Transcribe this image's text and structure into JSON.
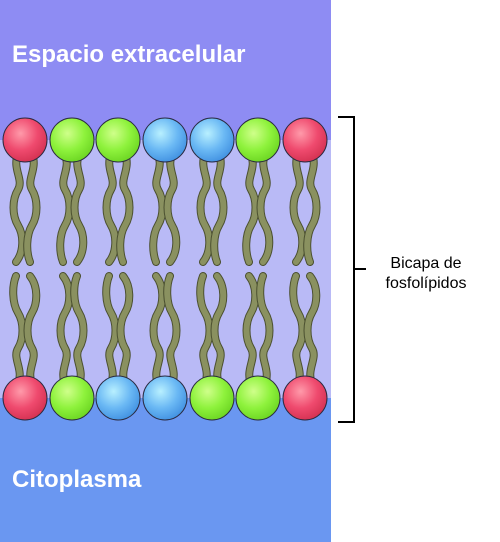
{
  "labels": {
    "extracellular": "Espacio extracelular",
    "cytoplasm": "Citoplasma",
    "bracket_line1": "Bicapa de",
    "bracket_line2": "fosfolípidos"
  },
  "colors": {
    "extracellular_bg": "#8e8cf3",
    "cytoplasm_bg": "#6a97f1",
    "bilayer_bg": "#b9baf6",
    "tail": "#8a9160",
    "tail_outline": "#4b5030",
    "head_red": "#ef4a6e",
    "head_green": "#8ef23c",
    "head_blue": "#6ab8f4"
  },
  "top_heads": [
    "red",
    "green",
    "green",
    "blue",
    "blue",
    "green",
    "red"
  ],
  "bottom_heads": [
    "red",
    "green",
    "blue",
    "blue",
    "green",
    "green",
    "red"
  ]
}
